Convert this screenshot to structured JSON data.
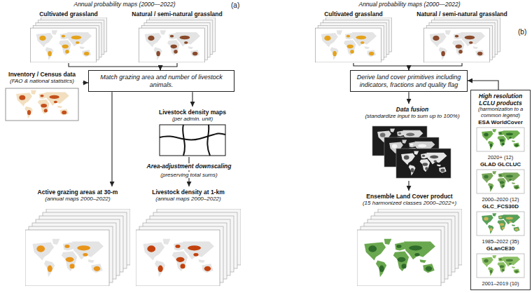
{
  "diagram": {
    "nodes": [
      {
        "text": [
          "Cultivated grassland"
        ]
      },
      {
        "text": [
          "Natural / semi-natural grassland"
        ]
      },
      {
        "text": [
          "Inventory / Census data",
          "(FAO & national statistics)"
        ]
      },
      {
        "text": [
          "Match grazing area and number of livestock animals."
        ]
      },
      {
        "text": [
          "Livestock density maps",
          "(per admin. unit)"
        ]
      },
      {
        "text": [
          "Active grazing areas at 30-m",
          "(annual maps 2000–2022)"
        ]
      },
      {
        "text": [
          "Livestock density at 1-km",
          "(annual maps 2000–2022)"
        ]
      },
      {
        "text": [
          "Cultivated grassland"
        ]
      },
      {
        "text": [
          "Natural / semi-natural grassland"
        ]
      },
      {
        "text": [
          "Derive land cover primitives including indicators, fractions and quality flag"
        ]
      },
      {
        "text": [
          "High resolution LCLU products",
          "(harmonization to a common legend)"
        ]
      },
      {
        "text": [
          "ESA WorldCover",
          "2020+ (12)"
        ],
        "in": 10
      },
      {
        "text": [
          "GLAD GLCLUC",
          "2000–2020 (12)"
        ],
        "in": 10
      },
      {
        "text": [
          "GLC_FCS30D",
          "1985–2022 (35)"
        ],
        "in": 10
      },
      {
        "text": [
          "GLanCE30",
          "2001–2019 (10)"
        ],
        "in": 10
      },
      {
        "text": [
          "Data fusion",
          "(standardize input to sum up to 100%)"
        ]
      },
      {
        "text": [
          "Ensemble Land Cover product",
          "(15 harmonized classes 2000–2022+)"
        ]
      }
    ],
    "edges": [
      {
        "from": 0,
        "to": 3,
        "arrow": "to"
      },
      {
        "from": 1,
        "to": 3,
        "arrow": "to"
      },
      {
        "from": 2,
        "to": 3,
        "arrow": "to"
      },
      {
        "from": 3,
        "to": 4,
        "arrow": "to"
      },
      {
        "from": 3,
        "to": 5,
        "arrow": "to"
      },
      {
        "from": 4,
        "to": 6,
        "label": "Area-adjustment downscaling",
        "arrow": "to"
      },
      {
        "from": 7,
        "to": 9,
        "arrow": "to"
      },
      {
        "from": 8,
        "to": 9,
        "arrow": "to"
      },
      {
        "from": 10,
        "to": 9,
        "arrow": "to"
      },
      {
        "from": 9,
        "to": 15,
        "arrow": "to"
      },
      {
        "from": 15,
        "to": 16,
        "arrow": "to"
      }
    ],
    "labels": [
      "(a)",
      "Annual probability maps (2000—2022)",
      "(preserving total sums)",
      "(b)",
      "Annual probability maps (2000—2022)"
    ]
  }
}
